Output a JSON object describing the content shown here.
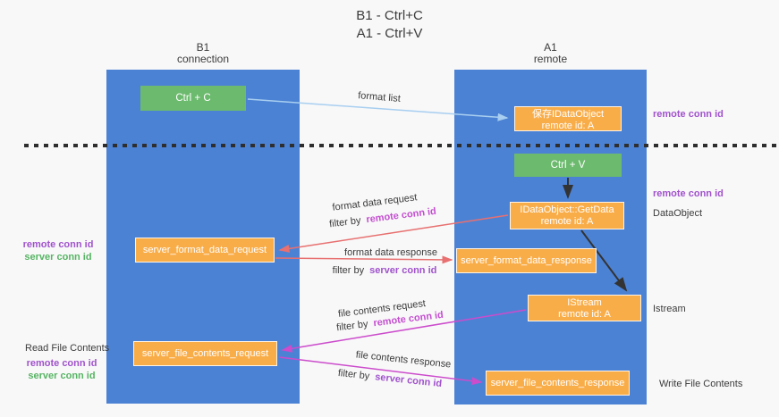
{
  "title": {
    "line1": "B1 - Ctrl+C",
    "line2": "A1 - Ctrl+V"
  },
  "lifelines": {
    "b1": {
      "name": "B1",
      "role": "connection"
    },
    "a1": {
      "name": "A1",
      "role": "remote"
    }
  },
  "nodes": {
    "ctrl_c": {
      "label": "Ctrl + C"
    },
    "ctrl_v": {
      "label": "Ctrl + V"
    },
    "save_dataobject": {
      "line1": "保存IDataObject",
      "line2": "remote id: A"
    },
    "getdata": {
      "line1": "IDataObject::GetData",
      "line2": "remote id: A"
    },
    "istream": {
      "line1": "IStream",
      "line2": "remote id: A"
    },
    "format_request": {
      "label": "server_format_data_request"
    },
    "format_response": {
      "label": "server_format_data_response"
    },
    "file_request": {
      "label": "server_file_contents_request"
    },
    "file_response": {
      "label": "server_file_contents_response"
    }
  },
  "arrow_labels": {
    "format_list": "format list",
    "format_data_request": "format data request",
    "format_data_response": "format data response",
    "file_contents_request": "file contents request",
    "file_contents_response": "file contents response",
    "filter_by": "filter by",
    "remote_conn_id": "remote conn id",
    "server_conn_id": "server conn id"
  },
  "side_labels": {
    "remote_conn_id": "remote conn id",
    "server_conn_id": "server conn id",
    "dataobject": "DataObject",
    "istream": "Istream",
    "read_file_contents": "Read File Contents",
    "write_file_contents": "Write File Contents"
  },
  "colors": {
    "background": "#f8f8f8",
    "lifeline_blue": "#4c82d4",
    "node_green": "#6cba6e",
    "node_orange": "#f9ad49",
    "purple_id": "#a052cc",
    "magenta_id": "#c44fd0",
    "green_id": "#56b463",
    "arrow_red": "#e87070",
    "arrow_magenta": "#cc4ccc",
    "arrow_blue": "#a8cff0",
    "arrow_black": "#333333",
    "dashed_line": "#2e2e2e",
    "text_dark": "#3b3b3b"
  }
}
